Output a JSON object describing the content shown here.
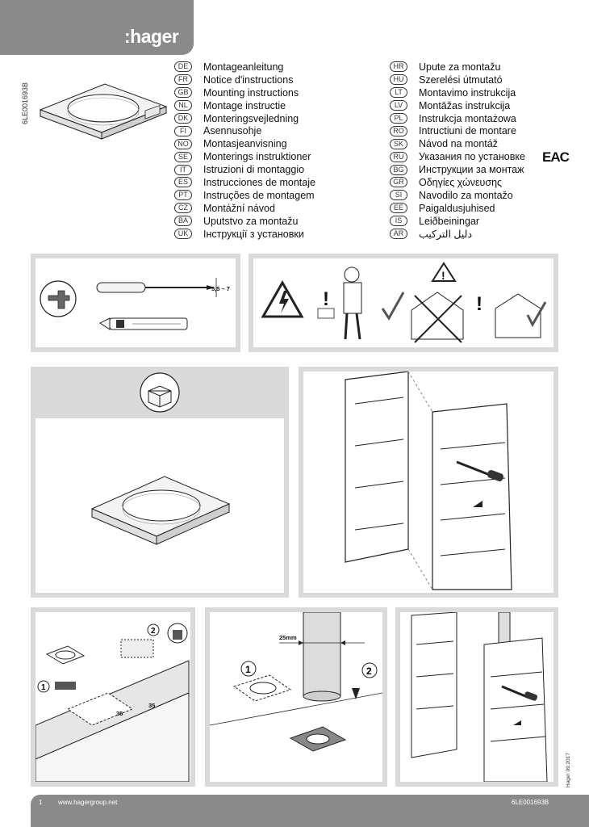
{
  "brand": {
    "logo": ":hager"
  },
  "document": {
    "code_side": "6LE001693B",
    "date": "Hager 09.2017"
  },
  "languages_left": [
    {
      "code": "DE",
      "title": "Montageanleitung"
    },
    {
      "code": "FR",
      "title": "Notice d'instructions"
    },
    {
      "code": "GB",
      "title": "Mounting instructions"
    },
    {
      "code": "NL",
      "title": "Montage instructie"
    },
    {
      "code": "DK",
      "title": "Monteringsvejledning"
    },
    {
      "code": "FI",
      "title": "Asennusohje"
    },
    {
      "code": "NO",
      "title": "Montasjeanvisning"
    },
    {
      "code": "SE",
      "title": "Monterings instruktioner"
    },
    {
      "code": "IT",
      "title": "Istruzioni di montaggio"
    },
    {
      "code": "ES",
      "title": "Instrucciones de montaje"
    },
    {
      "code": "PT",
      "title": "Instruções de montagem"
    },
    {
      "code": "CZ",
      "title": "Montážní návod"
    },
    {
      "code": "BA",
      "title": "Uputstvo za montažu"
    },
    {
      "code": "UK",
      "title": "Інструкції з установки"
    }
  ],
  "languages_right": [
    {
      "code": "HR",
      "title": "Upute za montažu"
    },
    {
      "code": "HU",
      "title": "Szerelési útmutató"
    },
    {
      "code": "LT",
      "title": "Montavimo instrukcija"
    },
    {
      "code": "LV",
      "title": "Montāžas instrukcija"
    },
    {
      "code": "PL",
      "title": "Instrukcja montażowa"
    },
    {
      "code": "RO",
      "title": "Intructiuni de montare"
    },
    {
      "code": "SK",
      "title": "Návod na montáž"
    },
    {
      "code": "RU",
      "title": "Указания по установке"
    },
    {
      "code": "BG",
      "title": "Инструкции за монтаж"
    },
    {
      "code": "GR",
      "title": "Οδηγίες χώνευσης"
    },
    {
      "code": "SI",
      "title": "Navodilo za montažo"
    },
    {
      "code": "EE",
      "title": "Paigaldusjuhised"
    },
    {
      "code": "IS",
      "title": "Leiðbeiningar"
    },
    {
      "code": "AR",
      "title": "دليل التركيب"
    }
  ],
  "certification": {
    "eac": "EAC"
  },
  "tools": {
    "screwdriver_size": "5,5 – 7"
  },
  "steps": {
    "pipe_diameter": "25mm",
    "step1": "1",
    "step2": "2",
    "measure_a": "35",
    "measure_b": "35"
  },
  "footer": {
    "page_number": "1",
    "website": "www.hagergroup.net",
    "doc_code": "6LE001693B"
  },
  "colors": {
    "header_gray": "#8a8a8a",
    "panel_gray": "#dadada",
    "warning_yellow": "#ffffff"
  }
}
